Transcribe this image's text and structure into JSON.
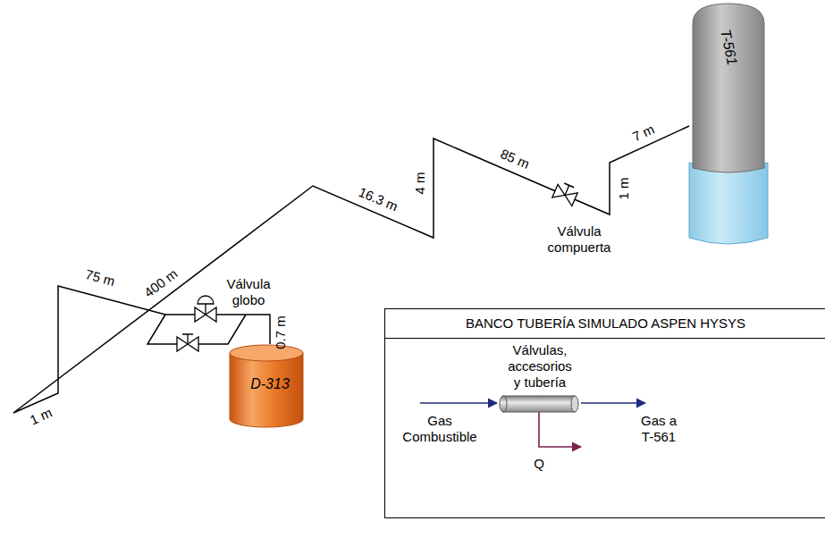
{
  "diagram": {
    "nodes": [
      {
        "text": [
          "D-313"
        ]
      },
      {
        "text": [
          "T-561"
        ]
      },
      {
        "text": [
          "BANCO TUBERÍA SIMULADO ASPEN HYSYS"
        ]
      },
      {
        "text": [
          "Válvulas, accesorios y tubería"
        ],
        "in": 2
      }
    ],
    "edges": [
      {
        "from": 0,
        "to": 1,
        "arrow": "none"
      }
    ],
    "labels": [
      "0.7 m",
      "Válvula globo",
      "75 m",
      "1 m",
      "400 m",
      "16.3 m",
      "4 m",
      "85 m",
      "Válvula compuerta",
      "1 m",
      "7 m",
      "Gas Combustible",
      "Gas a T-561",
      "Q"
    ]
  }
}
